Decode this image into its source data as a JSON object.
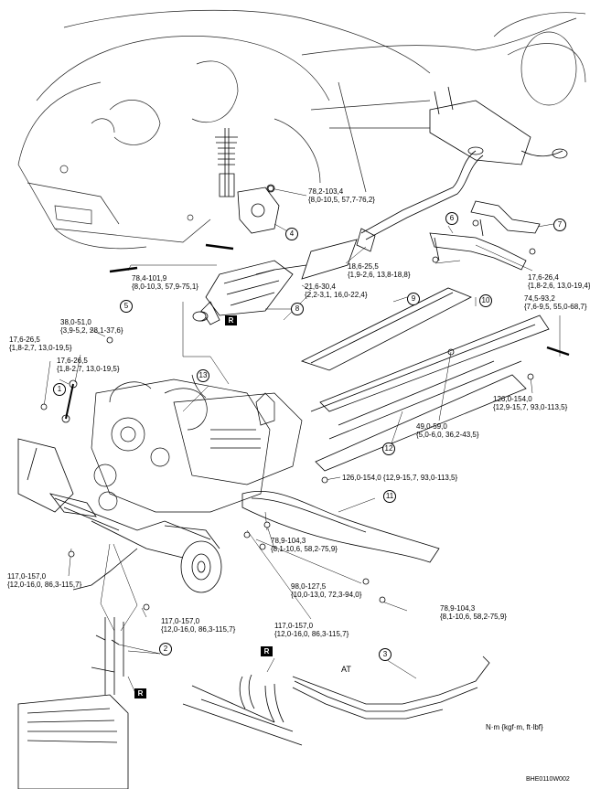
{
  "torques": {
    "t1": {
      "l1": "78,2-103,4",
      "l2": "{8,0-10,5, 57,7-76,2}"
    },
    "t2": {
      "l1": "18,6-25,5",
      "l2": "{1,9-2,6, 13,8-18,8}"
    },
    "t3": {
      "l1": "78,4-101,9",
      "l2": "{8,0-10,3, 57,9-75,1}"
    },
    "t4": {
      "l1": "21,6-30,4",
      "l2": "{2,2-3,1, 16,0-22,4}"
    },
    "t5": {
      "l1": "17,6-26,4",
      "l2": "{1,8-2,6, 13,0-19,4}"
    },
    "t6": {
      "l1": "74,5-93,2",
      "l2": "{7,6-9,5, 55,0-68,7}"
    },
    "t7": {
      "l1": "38,0-51,0",
      "l2": "{3,9-5,2, 28,1-37,6}"
    },
    "t8": {
      "l1": "17,6-26,5",
      "l2": "{1,8-2,7, 13,0-19,5}"
    },
    "t9": {
      "l1": "17,6-26,5",
      "l2": "{1,8-2,7, 13,0-19,5}"
    },
    "t10": {
      "l1": "126,0-154,0",
      "l2": "{12,9-15,7, 93,0-113,5}"
    },
    "t11": {
      "l1": "49,0-59,0",
      "l2": "{5,0-6,0, 36,2-43,5}"
    },
    "t12": {
      "l1": "126,0-154,0 {12,9-15,7, 93,0-113,5}"
    },
    "t13": {
      "l1": "78,9-104,3",
      "l2": "{8,1-10,6, 58,2-75,9}"
    },
    "t14": {
      "l1": "117,0-157,0",
      "l2": "{12,0-16,0, 86,3-115,7}"
    },
    "t15": {
      "l1": "98,0-127,5",
      "l2": "{10,0-13,0, 72,3-94,0}"
    },
    "t16": {
      "l1": "117,0-157,0",
      "l2": "{12,0-16,0, 86,3-115,7}"
    },
    "t17": {
      "l1": "78,9-104,3",
      "l2": "{8,1-10,6, 58,2-75,9}"
    },
    "t18": {
      "l1": "117,0-157,0",
      "l2": "{12,0-16,0, 86,3-115,7}"
    }
  },
  "callouts": {
    "n1": "1",
    "n2": "2",
    "n3": "3",
    "n4": "4",
    "n5": "5",
    "n6": "6",
    "n7": "7",
    "n8": "8",
    "n9": "9",
    "n10": "10",
    "n11": "11",
    "n12": "12",
    "n13": "13"
  },
  "replace_mark": "R",
  "at_label": "AT",
  "unit_note": "N·m {kgf·m, ft·lbf}",
  "figure_ref": "BHE0110W002"
}
